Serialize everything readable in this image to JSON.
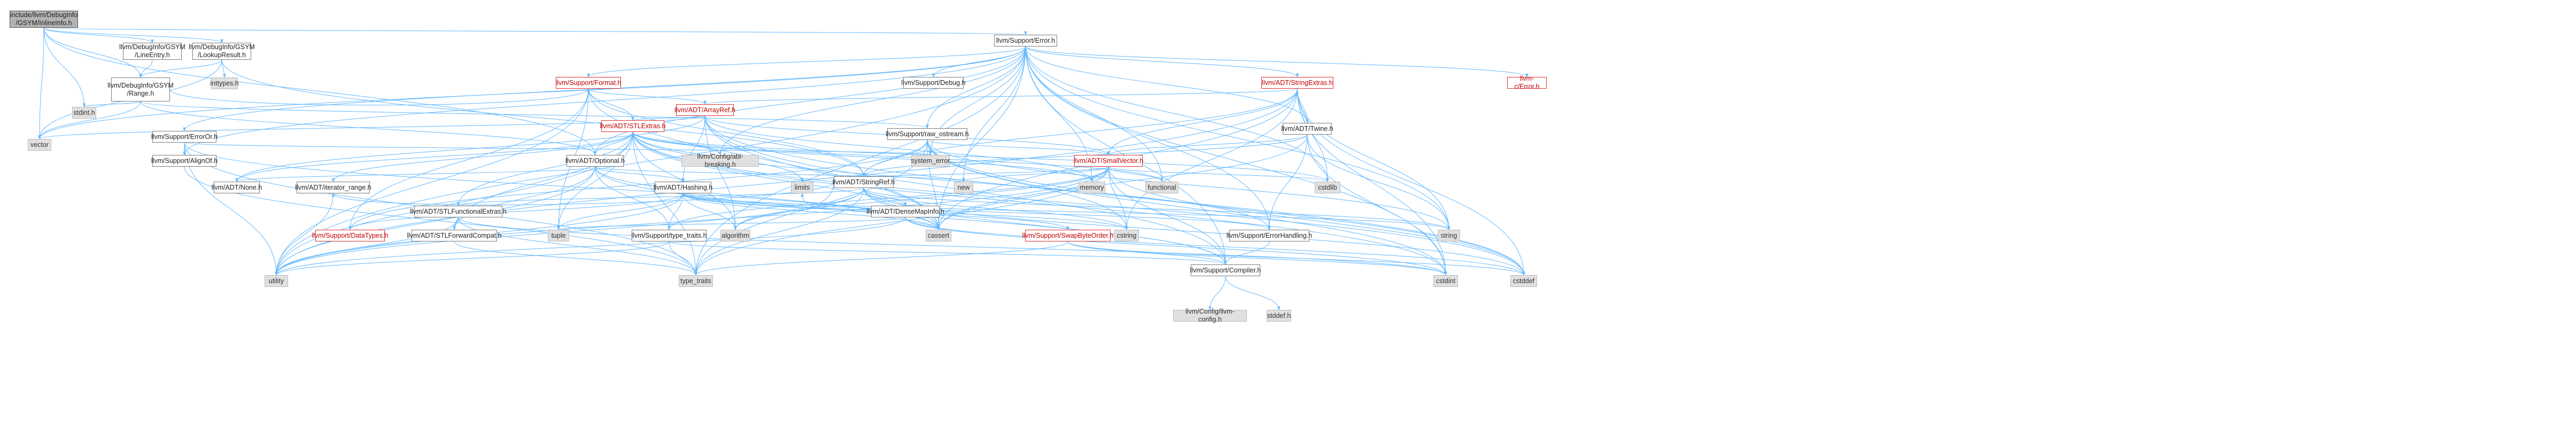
{
  "graph": {
    "title": "",
    "nodes": [
      {
        "id": "root",
        "label": "include/llvm/DebugInfo\n/GSYM/InlineInfo.h",
        "kind": "root"
      },
      {
        "id": "lineentry",
        "label": "llvm/DebugInfo/GSYM\n/LineEntry.h",
        "kind": "normal"
      },
      {
        "id": "lookupresult",
        "label": "llvm/DebugInfo/GSYM\n/LookupResult.h",
        "kind": "normal"
      },
      {
        "id": "range",
        "label": "llvm/DebugInfo/GSYM\n/Range.h",
        "kind": "normal"
      },
      {
        "id": "inttypes",
        "label": "inttypes.h",
        "kind": "system"
      },
      {
        "id": "stdint",
        "label": "stdint.h",
        "kind": "system"
      },
      {
        "id": "vector",
        "label": "vector",
        "kind": "system"
      },
      {
        "id": "error",
        "label": "llvm/Support/Error.h",
        "kind": "normal"
      },
      {
        "id": "format",
        "label": "llvm/Support/Format.h",
        "kind": "truncated"
      },
      {
        "id": "debug",
        "label": "llvm/Support/Debug.h",
        "kind": "normal"
      },
      {
        "id": "stringextras",
        "label": "llvm/ADT/StringExtras.h",
        "kind": "truncated"
      },
      {
        "id": "cerror",
        "label": "llvm-c/Error.h",
        "kind": "truncated"
      },
      {
        "id": "arrayref",
        "label": "llvm/ADT/ArrayRef.h",
        "kind": "truncated"
      },
      {
        "id": "stlextras",
        "label": "llvm/ADT/STLExtras.h",
        "kind": "truncated"
      },
      {
        "id": "errorortr",
        "label": "llvm/Support/ErrorOr.h",
        "kind": "normal"
      },
      {
        "id": "alignof",
        "label": "llvm/Support/AlignOf.h",
        "kind": "normal"
      },
      {
        "id": "optional",
        "label": "llvm/ADT/Optional.h",
        "kind": "normal"
      },
      {
        "id": "abibreaking",
        "label": "llvm/Config/abi-breaking.h",
        "kind": "system"
      },
      {
        "id": "rawostream",
        "label": "llvm/Support/raw_ostream.h",
        "kind": "normal"
      },
      {
        "id": "twine",
        "label": "llvm/ADT/Twine.h",
        "kind": "normal"
      },
      {
        "id": "systemerror",
        "label": "system_error",
        "kind": "system"
      },
      {
        "id": "smallvector",
        "label": "llvm/ADT/SmallVector.h",
        "kind": "truncated"
      },
      {
        "id": "stringref",
        "label": "llvm/ADT/StringRef.h",
        "kind": "normal"
      },
      {
        "id": "none",
        "label": "llvm/ADT/None.h",
        "kind": "normal"
      },
      {
        "id": "iterrange",
        "label": "llvm/ADT/iterator_range.h",
        "kind": "normal"
      },
      {
        "id": "hashing",
        "label": "llvm/ADT/Hashing.h",
        "kind": "normal"
      },
      {
        "id": "stlfunctional",
        "label": "llvm/ADT/STLFunctionalExtras.h",
        "kind": "normal"
      },
      {
        "id": "densemapinfo",
        "label": "llvm/ADT/DenseMapInfo.h",
        "kind": "normal"
      },
      {
        "id": "new",
        "label": "new",
        "kind": "system"
      },
      {
        "id": "memory",
        "label": "memory",
        "kind": "system"
      },
      {
        "id": "functional",
        "label": "functional",
        "kind": "system"
      },
      {
        "id": "cstdlib",
        "label": "cstdlib",
        "kind": "system"
      },
      {
        "id": "limits",
        "label": "limits",
        "kind": "system"
      },
      {
        "id": "datatypes",
        "label": "llvm/Support/DataTypes.h",
        "kind": "truncated"
      },
      {
        "id": "stlforward",
        "label": "llvm/ADT/STLForwardCompat.h",
        "kind": "normal"
      },
      {
        "id": "typetraitsllvm",
        "label": "llvm/Support/type_traits.h",
        "kind": "normal"
      },
      {
        "id": "swapbyteorder",
        "label": "llvm/Support/SwapByteOrder.h",
        "kind": "truncated"
      },
      {
        "id": "errorhandling",
        "label": "llvm/Support/ErrorHandling.h",
        "kind": "normal"
      },
      {
        "id": "tuple",
        "label": "tuple",
        "kind": "system"
      },
      {
        "id": "algorithm",
        "label": "algorithm",
        "kind": "system"
      },
      {
        "id": "cassert",
        "label": "cassert",
        "kind": "system"
      },
      {
        "id": "cstring",
        "label": "cstring",
        "kind": "system"
      },
      {
        "id": "string",
        "label": "string",
        "kind": "system"
      },
      {
        "id": "compiler",
        "label": "llvm/Support/Compiler.h",
        "kind": "normal"
      },
      {
        "id": "utility",
        "label": "utility",
        "kind": "system"
      },
      {
        "id": "typetraits",
        "label": "type_traits",
        "kind": "system"
      },
      {
        "id": "cstdint",
        "label": "cstdint",
        "kind": "system"
      },
      {
        "id": "cstddef",
        "label": "cstddef",
        "kind": "system"
      },
      {
        "id": "llvmconfig",
        "label": "llvm/Config/llvm-config.h",
        "kind": "system"
      },
      {
        "id": "stddef",
        "label": "stddef.h",
        "kind": "system"
      }
    ],
    "edges": [
      [
        "root",
        "lineentry"
      ],
      [
        "root",
        "lookupresult"
      ],
      [
        "root",
        "range"
      ],
      [
        "root",
        "stdint"
      ],
      [
        "root",
        "vector"
      ],
      [
        "root",
        "error"
      ],
      [
        "root",
        "optional"
      ],
      [
        "lineentry",
        "range"
      ],
      [
        "lookupresult",
        "range"
      ],
      [
        "lookupresult",
        "inttypes"
      ],
      [
        "lookupresult",
        "vector"
      ],
      [
        "lookupresult",
        "stringref"
      ],
      [
        "range",
        "format"
      ],
      [
        "range",
        "rawostream"
      ],
      [
        "range",
        "stdint"
      ],
      [
        "range",
        "vector"
      ],
      [
        "range",
        "optional"
      ],
      [
        "error",
        "cerror"
      ],
      [
        "error",
        "stringextras"
      ],
      [
        "error",
        "abibreaking"
      ],
      [
        "error",
        "alignof"
      ],
      [
        "error",
        "compiler"
      ],
      [
        "error",
        "debug"
      ],
      [
        "error",
        "errorhandling"
      ],
      [
        "error",
        "errorortr"
      ],
      [
        "error",
        "format"
      ],
      [
        "error",
        "rawostream"
      ],
      [
        "error",
        "twine"
      ],
      [
        "error",
        "cassert"
      ],
      [
        "error",
        "cstdint"
      ],
      [
        "error",
        "cstdlib"
      ],
      [
        "error",
        "functional"
      ],
      [
        "error",
        "memory"
      ],
      [
        "error",
        "new"
      ],
      [
        "error",
        "optional"
      ],
      [
        "error",
        "string"
      ],
      [
        "error",
        "systemerror"
      ],
      [
        "error",
        "typetraits"
      ],
      [
        "error",
        "utility"
      ],
      [
        "error",
        "vector"
      ],
      [
        "format",
        "arrayref"
      ],
      [
        "format",
        "stlextras"
      ],
      [
        "format",
        "stringref"
      ],
      [
        "format",
        "datatypes"
      ],
      [
        "format",
        "cassert"
      ],
      [
        "format",
        "cstdio"
      ],
      [
        "format",
        "tuple"
      ],
      [
        "format",
        "utility"
      ],
      [
        "stringextras",
        "arrayref"
      ],
      [
        "stringextras",
        "smallvector"
      ],
      [
        "stringextras",
        "stringref"
      ],
      [
        "stringextras",
        "twine"
      ],
      [
        "stringextras",
        "cassert"
      ],
      [
        "stringextras",
        "cstddef"
      ],
      [
        "stringextras",
        "cstdint"
      ],
      [
        "stringextras",
        "cstdlib"
      ],
      [
        "stringextras",
        "cstring"
      ],
      [
        "stringextras",
        "iterator"
      ],
      [
        "stringextras",
        "string"
      ],
      [
        "stringextras",
        "utility"
      ],
      [
        "arrayref",
        "hashing"
      ],
      [
        "arrayref",
        "none"
      ],
      [
        "arrayref",
        "smallvector"
      ],
      [
        "arrayref",
        "stlextras"
      ],
      [
        "arrayref",
        "compiler"
      ],
      [
        "arrayref",
        "algorithm"
      ],
      [
        "arrayref",
        "array"
      ],
      [
        "arrayref",
        "cassert"
      ],
      [
        "arrayref",
        "cstddef"
      ],
      [
        "arrayref",
        "initializer_list"
      ],
      [
        "arrayref",
        "iterator"
      ],
      [
        "arrayref",
        "memory"
      ],
      [
        "arrayref",
        "type_traits"
      ],
      [
        "arrayref",
        "vector"
      ],
      [
        "stlextras",
        "optional"
      ],
      [
        "stlextras",
        "stlforward"
      ],
      [
        "stlextras",
        "stlfunctional"
      ],
      [
        "stlextras",
        "iterrange"
      ],
      [
        "stlextras",
        "abibreaking"
      ],
      [
        "stlextras",
        "errorhandling"
      ],
      [
        "stlextras",
        "algorithm"
      ],
      [
        "stlextras",
        "cassert"
      ],
      [
        "stlextras",
        "cstddef"
      ],
      [
        "stlextras",
        "cstdint"
      ],
      [
        "stlextras",
        "cstdlib"
      ],
      [
        "stlextras",
        "functional"
      ],
      [
        "stlextras",
        "limits"
      ],
      [
        "stlextras",
        "memory"
      ],
      [
        "stlextras",
        "tuple"
      ],
      [
        "stlextras",
        "typetraits"
      ],
      [
        "stlextras",
        "utility"
      ],
      [
        "stlextras",
        "none"
      ],
      [
        "errorortr",
        "alignof"
      ],
      [
        "errorortr",
        "cassert"
      ],
      [
        "errorortr",
        "systemerror"
      ],
      [
        "errorortr",
        "typetraits"
      ],
      [
        "errorortr",
        "utility"
      ],
      [
        "alignof",
        "typetraits"
      ],
      [
        "optional",
        "hashing"
      ],
      [
        "optional",
        "none"
      ],
      [
        "optional",
        "stlforward"
      ],
      [
        "optional",
        "compiler"
      ],
      [
        "optional",
        "typetraitsllvm"
      ],
      [
        "optional",
        "cassert"
      ],
      [
        "optional",
        "new"
      ],
      [
        "optional",
        "utility"
      ],
      [
        "rawostream",
        "smallvector"
      ],
      [
        "rawostream",
        "stringref"
      ],
      [
        "rawostream",
        "datatypes"
      ],
      [
        "rawostream",
        "cassert"
      ],
      [
        "rawostream",
        "cstddef"
      ],
      [
        "rawostream",
        "cstdint"
      ],
      [
        "rawostream",
        "cstring"
      ],
      [
        "rawostream",
        "string"
      ],
      [
        "rawostream",
        "systemerror"
      ],
      [
        "rawostream",
        "typetraits"
      ],
      [
        "twine",
        "smallvector"
      ],
      [
        "twine",
        "stringref"
      ],
      [
        "twine",
        "errorhandling"
      ],
      [
        "twine",
        "cassert"
      ],
      [
        "twine",
        "cstdint"
      ],
      [
        "twine",
        "string"
      ],
      [
        "smallvector",
        "compiler"
      ],
      [
        "smallvector",
        "typetraitsllvm"
      ],
      [
        "smallvector",
        "algorithm"
      ],
      [
        "smallvector",
        "cassert"
      ],
      [
        "smallvector",
        "cstddef"
      ],
      [
        "smallvector",
        "cstdlib"
      ],
      [
        "smallvector",
        "cstring"
      ],
      [
        "smallvector",
        "functional"
      ],
      [
        "smallvector",
        "initializer_list"
      ],
      [
        "smallvector",
        "iterator"
      ],
      [
        "smallvector",
        "limits"
      ],
      [
        "smallvector",
        "memory"
      ],
      [
        "smallvector",
        "new"
      ],
      [
        "smallvector",
        "typetraits"
      ],
      [
        "smallvector",
        "utility"
      ],
      [
        "stringref",
        "densemapinfo"
      ],
      [
        "stringref",
        "stlfunctional"
      ],
      [
        "stringref",
        "iterrange"
      ],
      [
        "stringref",
        "compiler"
      ],
      [
        "stringref",
        "algorithm"
      ],
      [
        "stringref",
        "cassert"
      ],
      [
        "stringref",
        "cstddef"
      ],
      [
        "stringref",
        "cstring"
      ],
      [
        "stringref",
        "limits"
      ],
      [
        "stringref",
        "string"
      ],
      [
        "stringref",
        "typetraits"
      ],
      [
        "stringref",
        "utility"
      ],
      [
        "iterrange",
        "utility"
      ],
      [
        "hashing",
        "errorhandling"
      ],
      [
        "hashing",
        "swapbyteorder"
      ],
      [
        "hashing",
        "typetraitsllvm"
      ],
      [
        "hashing",
        "datatypes"
      ],
      [
        "hashing",
        "algorithm"
      ],
      [
        "hashing",
        "cassert"
      ],
      [
        "hashing",
        "cstring"
      ],
      [
        "hashing",
        "string"
      ],
      [
        "hashing",
        "tuple"
      ],
      [
        "hashing",
        "utility"
      ],
      [
        "stlfunctional",
        "stlextras2"
      ],
      [
        "stlfunctional",
        "cstdint"
      ],
      [
        "stlfunctional",
        "typetraits"
      ],
      [
        "stlfunctional",
        "utility"
      ],
      [
        "densemapinfo",
        "cassert"
      ],
      [
        "densemapinfo",
        "cstddef"
      ],
      [
        "densemapinfo",
        "cstdint"
      ],
      [
        "densemapinfo",
        "tuple"
      ],
      [
        "densemapinfo",
        "utility"
      ],
      [
        "typetraitsllvm",
        "compiler"
      ],
      [
        "typetraitsllvm",
        "typetraits"
      ],
      [
        "typetraitsllvm",
        "utility"
      ],
      [
        "swapbyteorder",
        "compiler"
      ],
      [
        "swapbyteorder",
        "cstddef"
      ],
      [
        "swapbyteorder",
        "cstdint"
      ],
      [
        "swapbyteorder",
        "typetraits"
      ],
      [
        "errorhandling",
        "compiler"
      ],
      [
        "stlforward",
        "typetraits"
      ],
      [
        "compiler",
        "llvmconfig"
      ],
      [
        "compiler",
        "stddef"
      ]
    ]
  }
}
